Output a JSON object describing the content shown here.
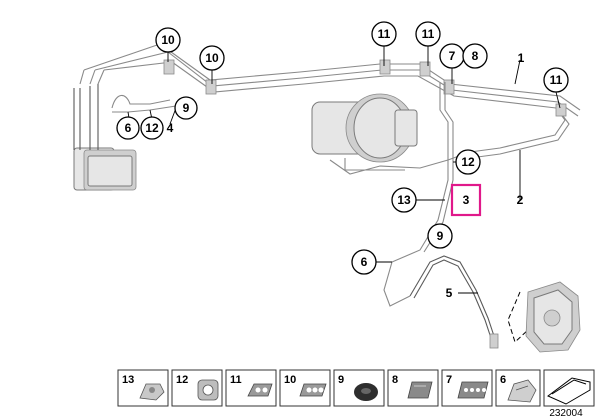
{
  "callouts": {
    "c10_a": "10",
    "c10_b": "10",
    "c11_a": "11",
    "c11_b": "11",
    "c11_c": "11",
    "c7": "7",
    "c8": "8",
    "c9_top": "9",
    "c6_top": "6",
    "c12_top": "12",
    "c12_mid": "12",
    "c13": "13",
    "c9_mid": "9",
    "c6_low": "6"
  },
  "plain_labels": {
    "l1": "1",
    "l2": "2",
    "l3": "3",
    "l4": "4",
    "l5": "5"
  },
  "legend": {
    "items": [
      {
        "num": "13",
        "icon": "bracket-clip-icon"
      },
      {
        "num": "12",
        "icon": "hose-bracket-icon"
      },
      {
        "num": "11",
        "icon": "double-pipe-clip-icon"
      },
      {
        "num": "10",
        "icon": "triple-pipe-clip-icon"
      },
      {
        "num": "9",
        "icon": "grommet-icon"
      },
      {
        "num": "8",
        "icon": "rubber-block-icon"
      },
      {
        "num": "7",
        "icon": "four-hole-holder-icon"
      },
      {
        "num": "6",
        "icon": "bent-bracket-icon"
      },
      {
        "num": "",
        "icon": "screw-arrow-icon"
      }
    ]
  },
  "diagram_id": "232004",
  "colors": {
    "highlight": "#e0188a"
  }
}
